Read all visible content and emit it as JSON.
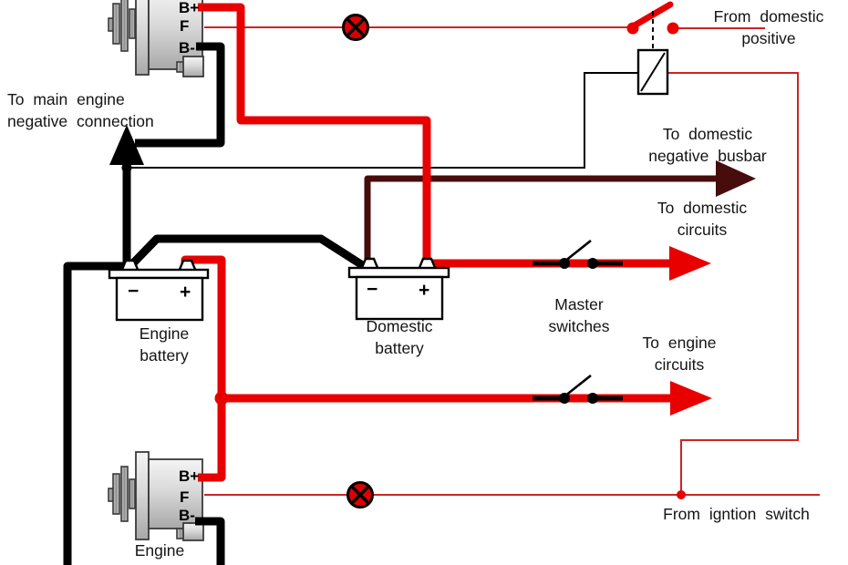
{
  "diagram": {
    "type": "wiring-diagram",
    "colors": {
      "wire_red": "#e80000",
      "wire_red_thin": "#cc2424",
      "wire_dark_red": "#470c0c",
      "wire_black": "#000000",
      "lamp_red": "#dd0000"
    },
    "labels": {
      "from_domestic_positive_1": "From domestic",
      "from_domestic_positive_2": "positive",
      "to_main_engine_negative_1": "To main engine",
      "to_main_engine_negative_2": "negative connection",
      "to_domestic_busbar_1": "To domestic",
      "to_domestic_busbar_2": "negative busbar",
      "to_domestic_circuits_1": "To domestic",
      "to_domestic_circuits_2": "circuits",
      "master_switches_1": "Master",
      "master_switches_2": "switches",
      "to_engine_circuits_1": "To engine",
      "to_engine_circuits_2": "circuits",
      "engine_battery_1": "Engine",
      "engine_battery_2": "battery",
      "domestic_battery_1": "Domestic",
      "domestic_battery_2": "battery",
      "from_ignition_switch": "From igntion switch",
      "engine_alternator": "Engine"
    },
    "terminals": {
      "b_plus": "B+",
      "field": "F",
      "b_minus": "B-",
      "negative": "−",
      "positive": "+"
    }
  }
}
